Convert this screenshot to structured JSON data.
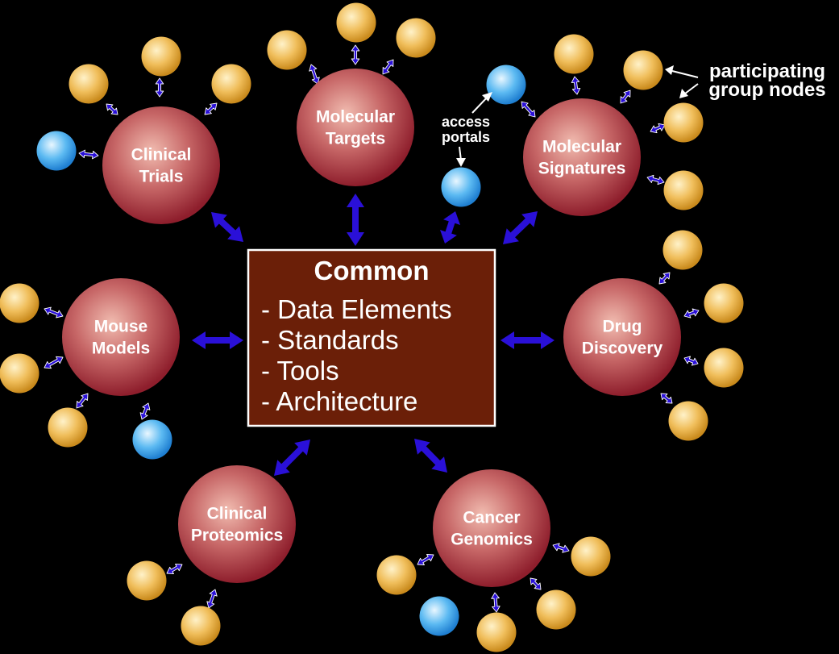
{
  "center_box": {
    "title": "Common",
    "items": [
      "- Data Elements",
      "- Standards",
      "- Tools",
      "- Architecture"
    ]
  },
  "hubs": [
    {
      "id": "clinical-trials",
      "lines": [
        "Clinical",
        "Trials"
      ]
    },
    {
      "id": "molecular-targets",
      "lines": [
        "Molecular",
        "Targets"
      ]
    },
    {
      "id": "molecular-signatures",
      "lines": [
        "Molecular",
        "Signatures"
      ]
    },
    {
      "id": "mouse-models",
      "lines": [
        "Mouse",
        "Models"
      ]
    },
    {
      "id": "drug-discovery",
      "lines": [
        "Drug",
        "Discovery"
      ]
    },
    {
      "id": "clinical-proteomics",
      "lines": [
        "Clinical",
        "Proteomics"
      ]
    },
    {
      "id": "cancer-genomics",
      "lines": [
        "Cancer",
        "Genomics"
      ]
    }
  ],
  "annotations": {
    "access_portals": [
      "access",
      "portals"
    ],
    "participating_group_nodes": [
      "participating",
      "group nodes"
    ]
  },
  "colors": {
    "background": "#000000",
    "hub": "#a8303a",
    "box_fill": "#6b1f08",
    "box_border": "#ffffff",
    "participating_node": "#e8a83a",
    "access_portal": "#3fa9ef",
    "arrow": "#2a10d8",
    "text": "#ffffff"
  }
}
